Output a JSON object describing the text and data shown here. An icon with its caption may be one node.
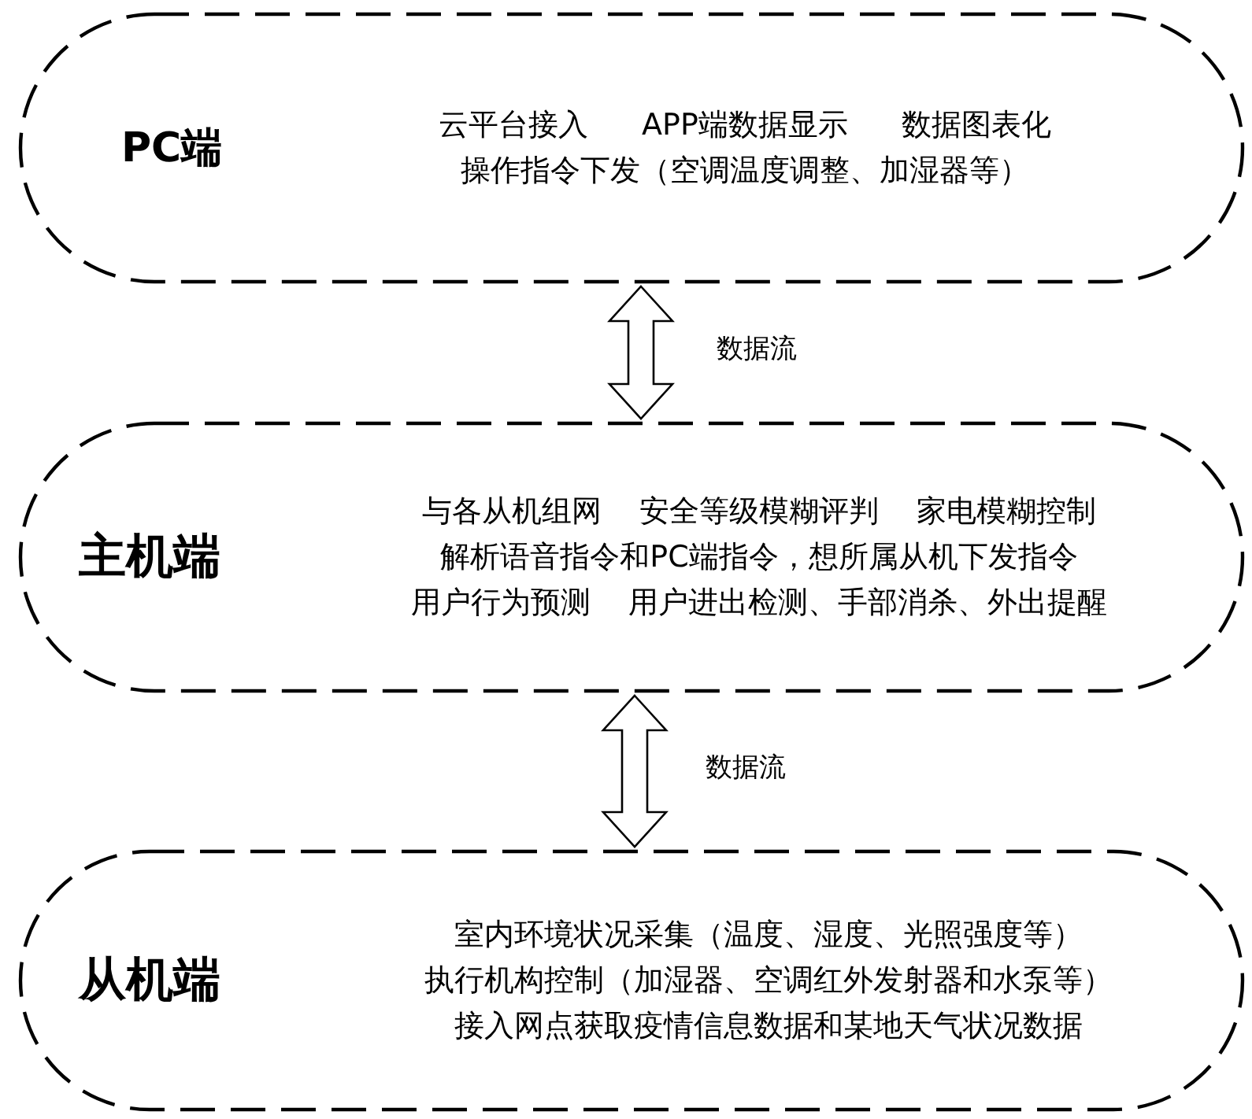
{
  "diagram": {
    "nodes": [
      {
        "text": [
          "PC端",
          "云平台接入",
          "APP端数据显示",
          "数据图表化",
          "操作指令下发（空调温度调整、加湿器等）"
        ]
      },
      {
        "text": [
          "主机端",
          "与各从机组网",
          "安全等级模糊评判",
          "家电模糊控制",
          "解析语音指令和PC端指令，想所属从机下发指令",
          "用户行为预测",
          "用户进出检测、手部消杀、外出提醒"
        ]
      },
      {
        "text": [
          "从机端",
          "室内环境状况采集（温度、湿度、光照强度等）",
          "执行机构控制（加湿器、空调红外发射器和水泵等）",
          "接入网点获取疫情信息数据和某地天气状况数据"
        ]
      }
    ],
    "edges": [
      {
        "from": 0,
        "to": 1,
        "arrow": "both",
        "label": "数据流"
      },
      {
        "from": 1,
        "to": 2,
        "arrow": "both",
        "label": "数据流"
      }
    ]
  }
}
